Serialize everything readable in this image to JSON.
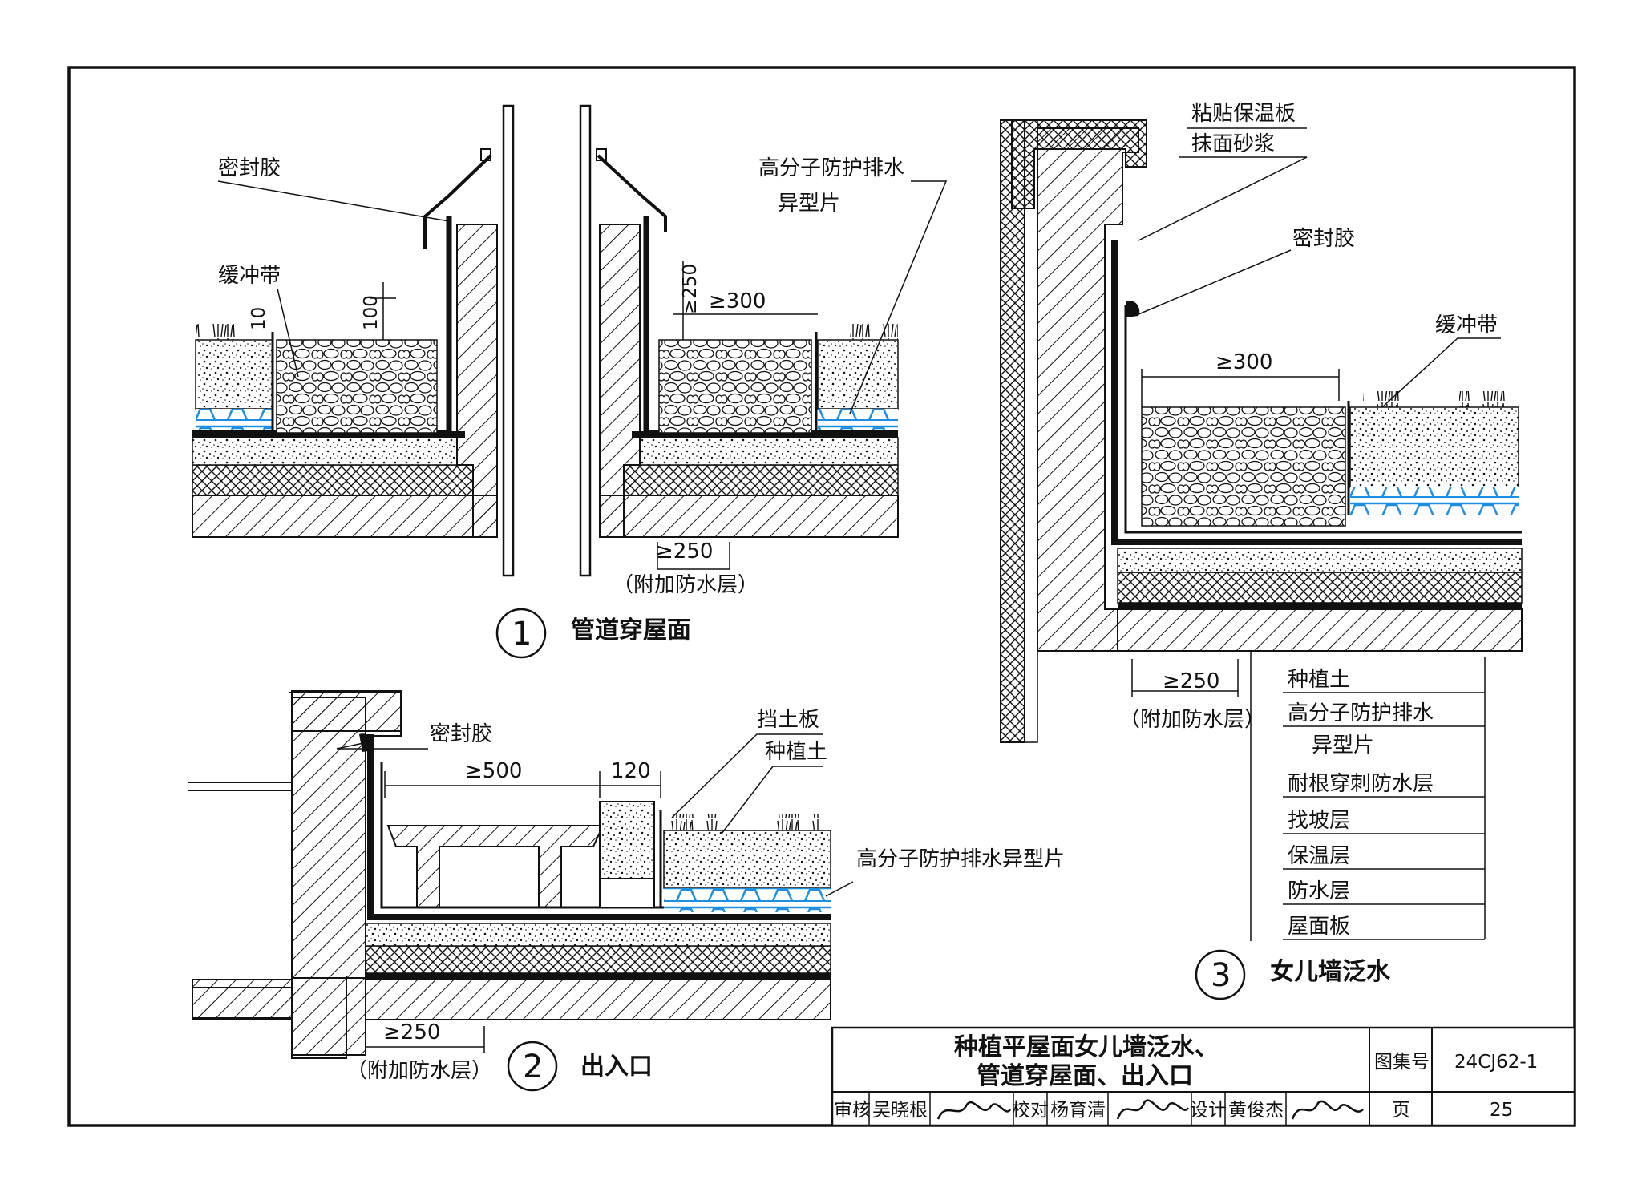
{
  "detail_1": {
    "number": "1",
    "title": "管道穿屋面",
    "labels": {
      "sealant": "密封胶",
      "buffer_strip": "缓冲带",
      "drain_sheet_line1": "高分子防护排水",
      "drain_sheet_line2": "异型片"
    },
    "dims": {
      "d10": "10",
      "d100": "100",
      "d250_vertical": "≥250",
      "d300": "≥300",
      "d250": "≥250",
      "extra_layer": "（附加防水层）"
    }
  },
  "detail_2": {
    "number": "2",
    "title": "出入口",
    "labels": {
      "sealant": "密封胶",
      "retaining_board": "挡土板",
      "planting_soil": "种植土",
      "drain_sheet": "高分子防护排水异型片"
    },
    "dims": {
      "d500": "≥500",
      "d120": "120",
      "d250": "≥250",
      "extra_layer": "（附加防水层）"
    }
  },
  "detail_3": {
    "number": "3",
    "title": "女儿墙泛水",
    "labels": {
      "insulation_board": "粘贴保温板",
      "plaster_mortar": "抹面砂浆",
      "sealant": "密封胶",
      "buffer_strip": "缓冲带"
    },
    "dims": {
      "d300": "≥300",
      "d250": "≥250",
      "extra_layer": "（附加防水层）"
    },
    "layers": [
      "种植土",
      "高分子防护排水",
      "异型片",
      "耐根穿刺防水层",
      "找坡层",
      "保温层",
      "防水层",
      "屋面板"
    ]
  },
  "title_block": {
    "title_line1": "种植平屋面女儿墙泛水、",
    "title_line2": "管道穿屋面、出入口",
    "atlas_no_label": "图集号",
    "atlas_no": "24CJ62-1",
    "review_label": "审核",
    "reviewer": "吴晓根",
    "check_label": "校对",
    "checker": "杨育清",
    "design_label": "设计",
    "designer": "黄俊杰",
    "page_label": "页",
    "page_no": "25"
  },
  "colors": {
    "line": "#111111",
    "drain_sheet_blue": "#1e8fe0",
    "background": "#ffffff"
  }
}
